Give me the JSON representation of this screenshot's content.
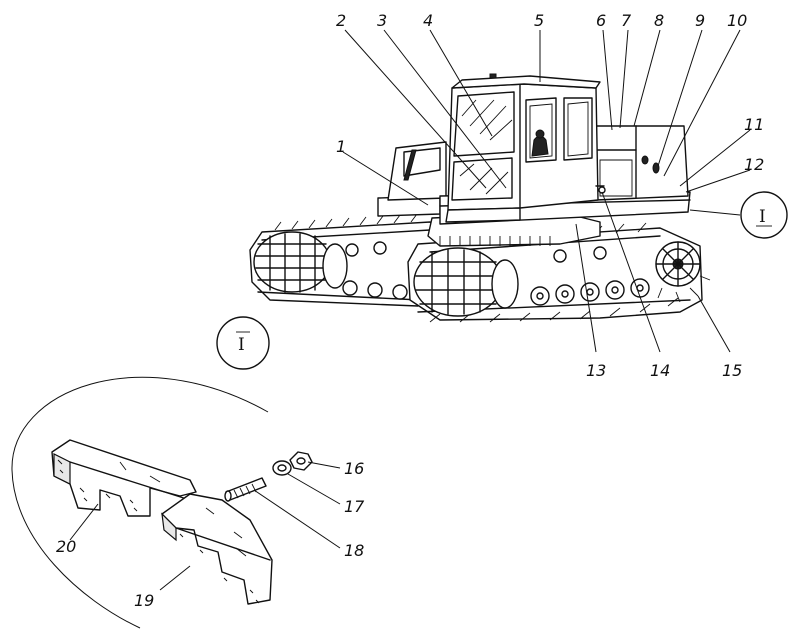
{
  "callouts": [
    {
      "id": "1",
      "text": "1"
    },
    {
      "id": "2",
      "text": "2"
    },
    {
      "id": "3",
      "text": "3"
    },
    {
      "id": "4",
      "text": "4"
    },
    {
      "id": "5",
      "text": "5"
    },
    {
      "id": "6",
      "text": "6"
    },
    {
      "id": "7",
      "text": "7"
    },
    {
      "id": "8",
      "text": "8"
    },
    {
      "id": "9",
      "text": "9"
    },
    {
      "id": "10",
      "text": "10"
    },
    {
      "id": "11",
      "text": "11"
    },
    {
      "id": "12",
      "text": "12"
    },
    {
      "id": "13",
      "text": "13"
    },
    {
      "id": "14",
      "text": "14"
    },
    {
      "id": "15",
      "text": "15"
    },
    {
      "id": "16",
      "text": "16"
    },
    {
      "id": "17",
      "text": "17"
    },
    {
      "id": "18",
      "text": "18"
    },
    {
      "id": "19",
      "text": "19"
    },
    {
      "id": "20",
      "text": "20"
    }
  ],
  "detail_marker": "I",
  "detail_view_marker": "I"
}
